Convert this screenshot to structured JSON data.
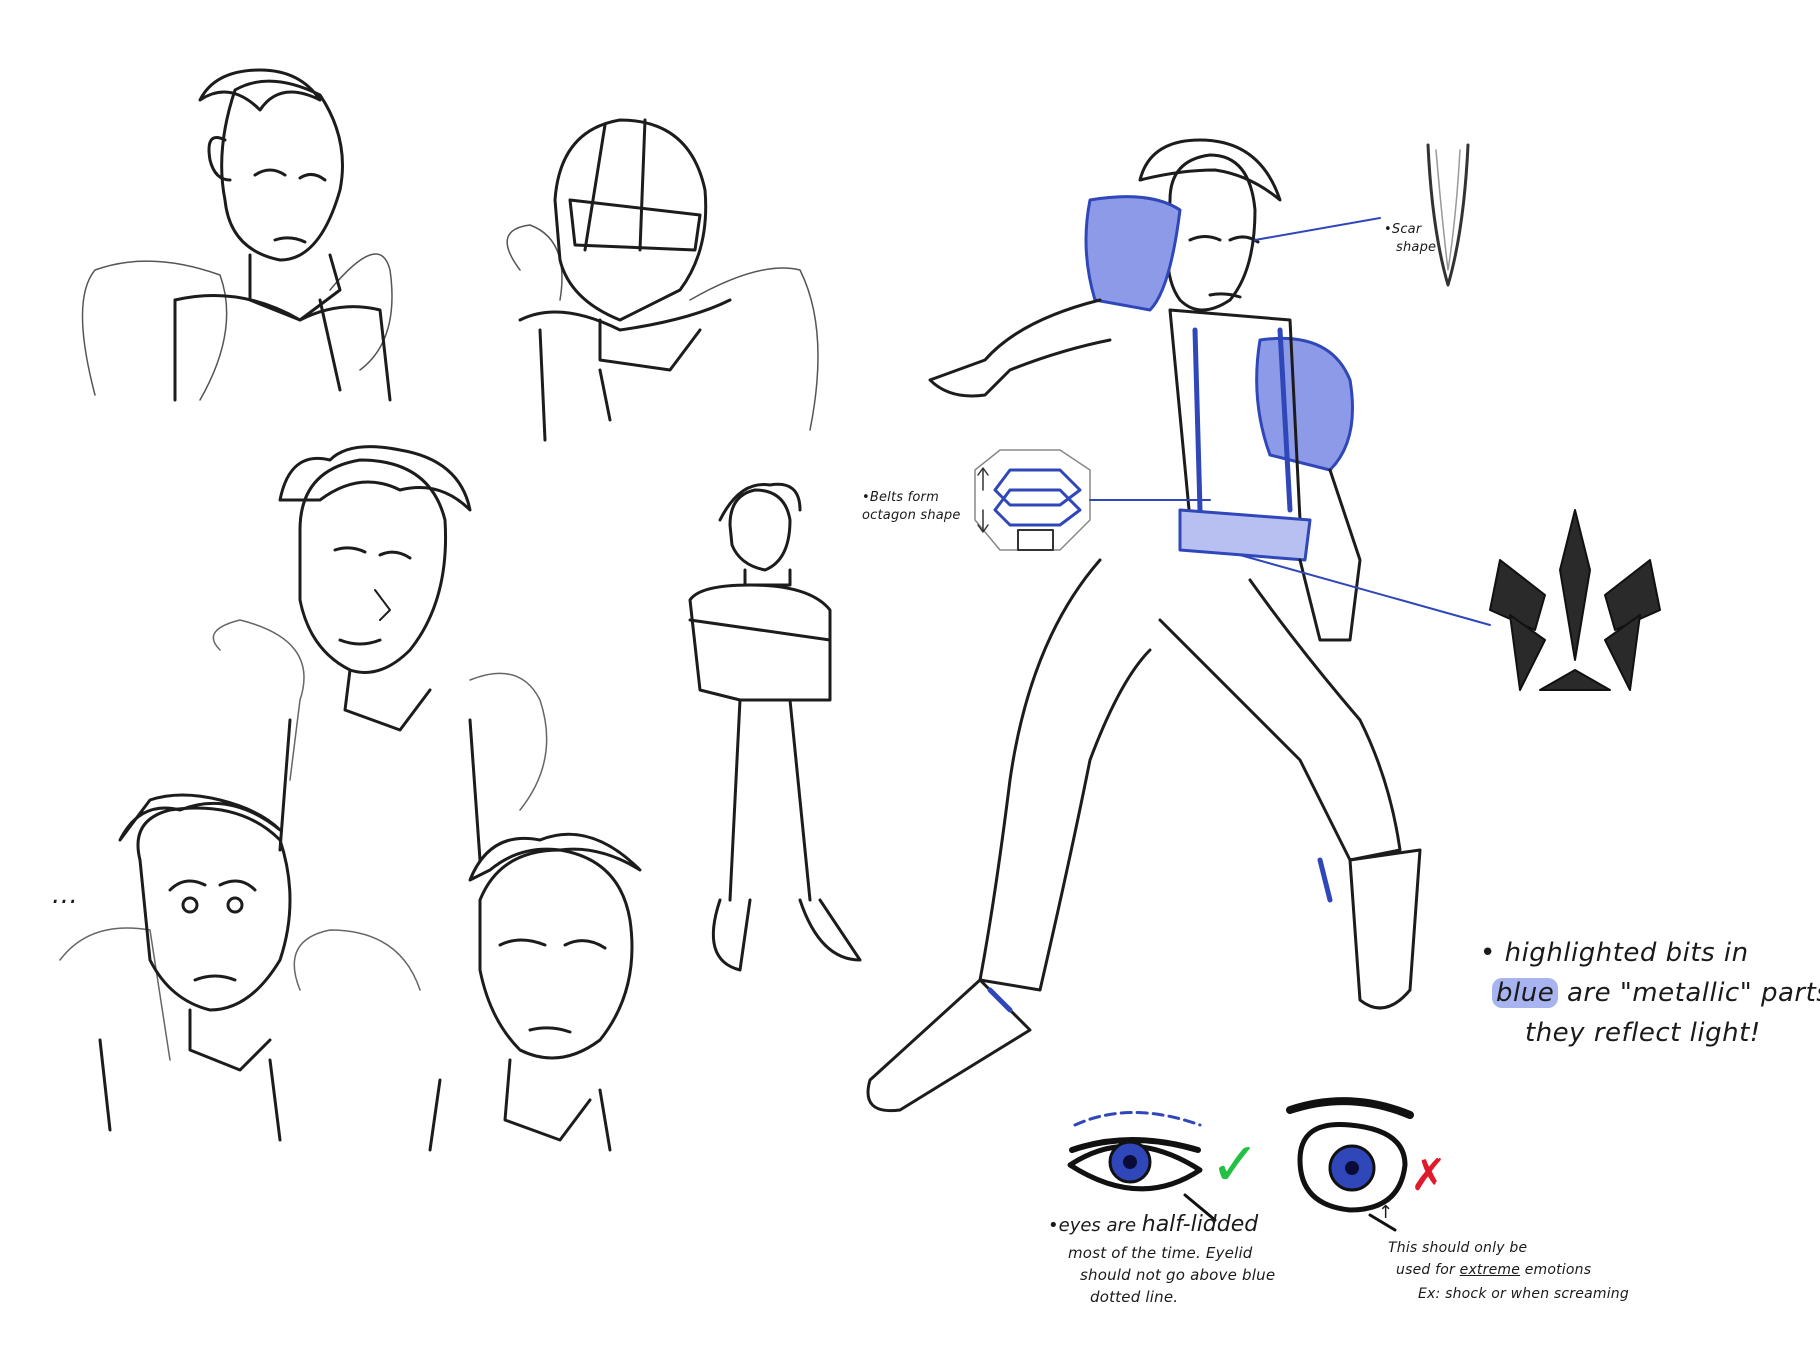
{
  "accent_blue": "#2f47b8",
  "highlight_blue": "#8c9ae8",
  "ellipsis": "...",
  "scar_note": {
    "line1": "•Scar",
    "line2": "shape"
  },
  "belt_note": {
    "line1": "•Belts form",
    "line2": "octagon shape"
  },
  "metal_note": {
    "line1_bullet": "•",
    "line1": "highlighted bits in",
    "line2_highlight": "blue",
    "line2_rest": "are \"metallic\" parts...",
    "line3": "they reflect light!"
  },
  "eyes_good_note": {
    "line1a": "•eyes are ",
    "line1b": "half-lidded",
    "line2": "most of the time. Eyelid",
    "line3": "should not go above blue",
    "line4": "dotted line."
  },
  "eyes_bad_note": {
    "arrow": "↑",
    "line1": "This should only be",
    "line2a": "used for ",
    "line2b": "extreme",
    "line2c": " emotions",
    "line3": "Ex: shock or when screaming"
  },
  "marks": {
    "check": "✓",
    "cross": "✗"
  },
  "icons": [
    "portrait-sketch",
    "helmet-sketch",
    "smirk-sketch",
    "crossed-arms-figure",
    "action-pose-figure",
    "belt-octagon-diagram",
    "emblem-icon",
    "scar-shape-icon",
    "half-lidded-eye-icon",
    "wide-eye-icon"
  ]
}
